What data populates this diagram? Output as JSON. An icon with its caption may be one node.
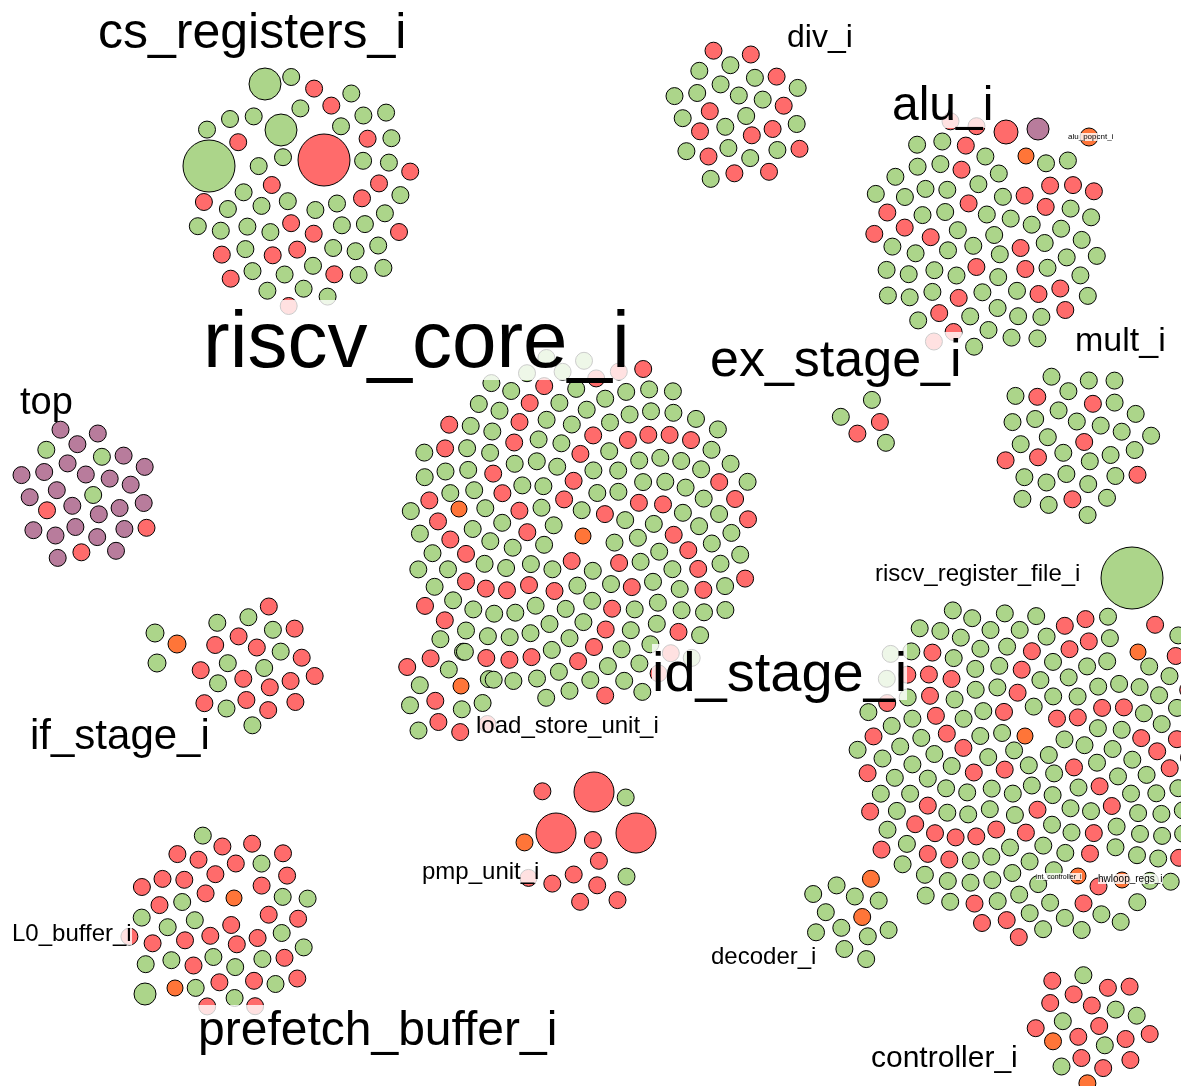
{
  "diagram": {
    "labels": [
      "cs_registers_i",
      "div_i",
      "alu_i",
      "alu_popcnt_i",
      "riscv_core_i",
      "ex_stage_i",
      "mult_i",
      "top",
      "riscv_register_file_i",
      "id_stage_i",
      "if_stage_i",
      "load_store_unit_i",
      "pmp_unit_i",
      "int_controller_i",
      "hwloop_regs_i",
      "L0_buffer_i",
      "decoder_i",
      "prefetch_buffer_i",
      "controller_i"
    ]
  }
}
